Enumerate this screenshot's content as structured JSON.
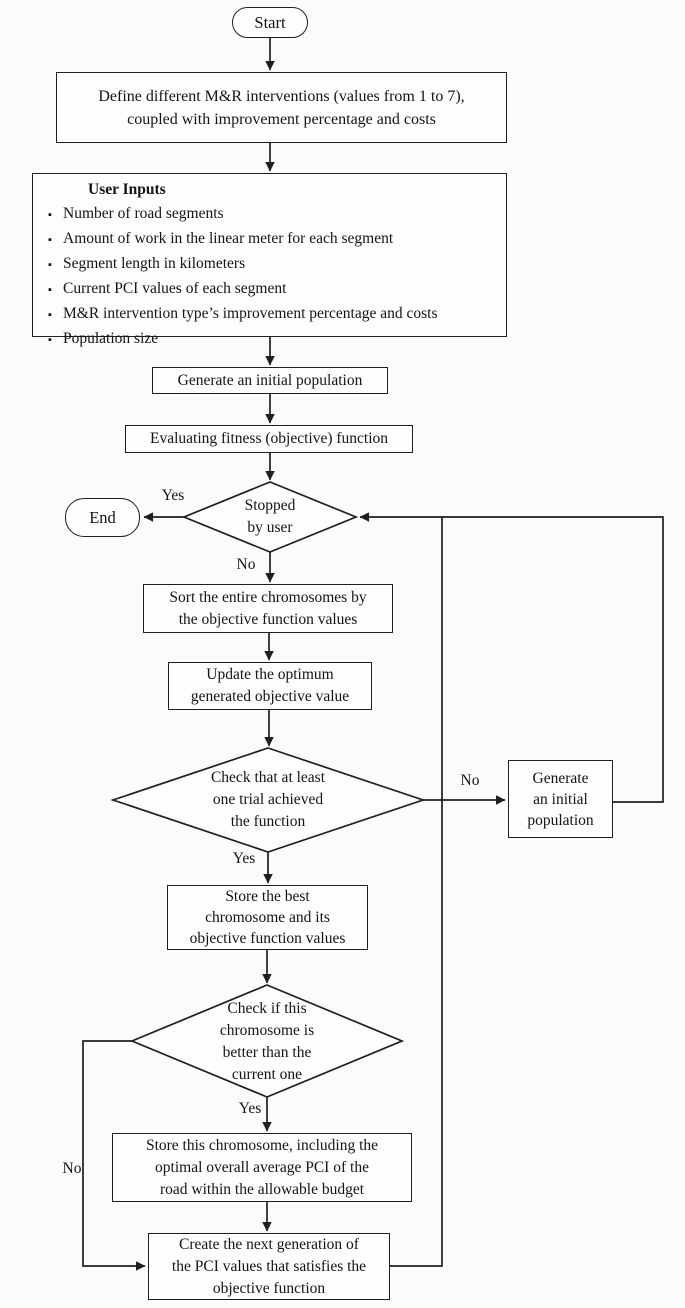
{
  "colors": {
    "line": "#1f1f1f",
    "text": "#141414",
    "background": "#fbfbfb",
    "node_fill": "#fdfdfd"
  },
  "nodes": {
    "start": {
      "label": "Start"
    },
    "define": {
      "lines": [
        "Define different M&R interventions (values from 1 to 7),",
        "coupled with improvement percentage and costs"
      ]
    },
    "user_inputs": {
      "title": "User Inputs",
      "bullet_char": "▪",
      "items": [
        "Number of road segments",
        "Amount of work in the linear meter for each segment",
        "Segment length in kilometers",
        "Current PCI values of each segment",
        "M&R intervention type’s improvement percentage and costs",
        "Population size"
      ]
    },
    "generate_initial": {
      "label": "Generate an initial population"
    },
    "evaluate_fitness": {
      "label": "Evaluating fitness (objective) function"
    },
    "stopped_by_user": {
      "lines": [
        "Stopped",
        "by user"
      ]
    },
    "end": {
      "label": "End"
    },
    "sort_chromosomes": {
      "lines": [
        "Sort the entire chromosomes by",
        "the objective function values"
      ]
    },
    "update_optimum": {
      "lines": [
        "Update the optimum",
        "generated objective value"
      ]
    },
    "check_trial": {
      "lines": [
        "Check that at least",
        "one trial achieved",
        "the function"
      ]
    },
    "generate_initial_right": {
      "lines": [
        "Generate",
        "an initial",
        "population"
      ]
    },
    "store_best": {
      "lines": [
        "Store the best",
        "chromosome and its",
        "objective function values"
      ]
    },
    "check_better": {
      "lines": [
        "Check if this",
        "chromosome is",
        "better than the",
        "current one"
      ]
    },
    "store_this": {
      "lines": [
        "Store this chromosome, including the",
        "optimal overall average PCI of the",
        "road within the allowable budget"
      ]
    },
    "create_next": {
      "lines": [
        "Create the next generation of",
        "the PCI values that satisfies the",
        "objective function"
      ]
    }
  },
  "edge_labels": {
    "stopped_yes": "Yes",
    "stopped_no": "No",
    "trial_yes": "Yes",
    "trial_no": "No",
    "better_yes": "Yes",
    "better_no": "No"
  }
}
